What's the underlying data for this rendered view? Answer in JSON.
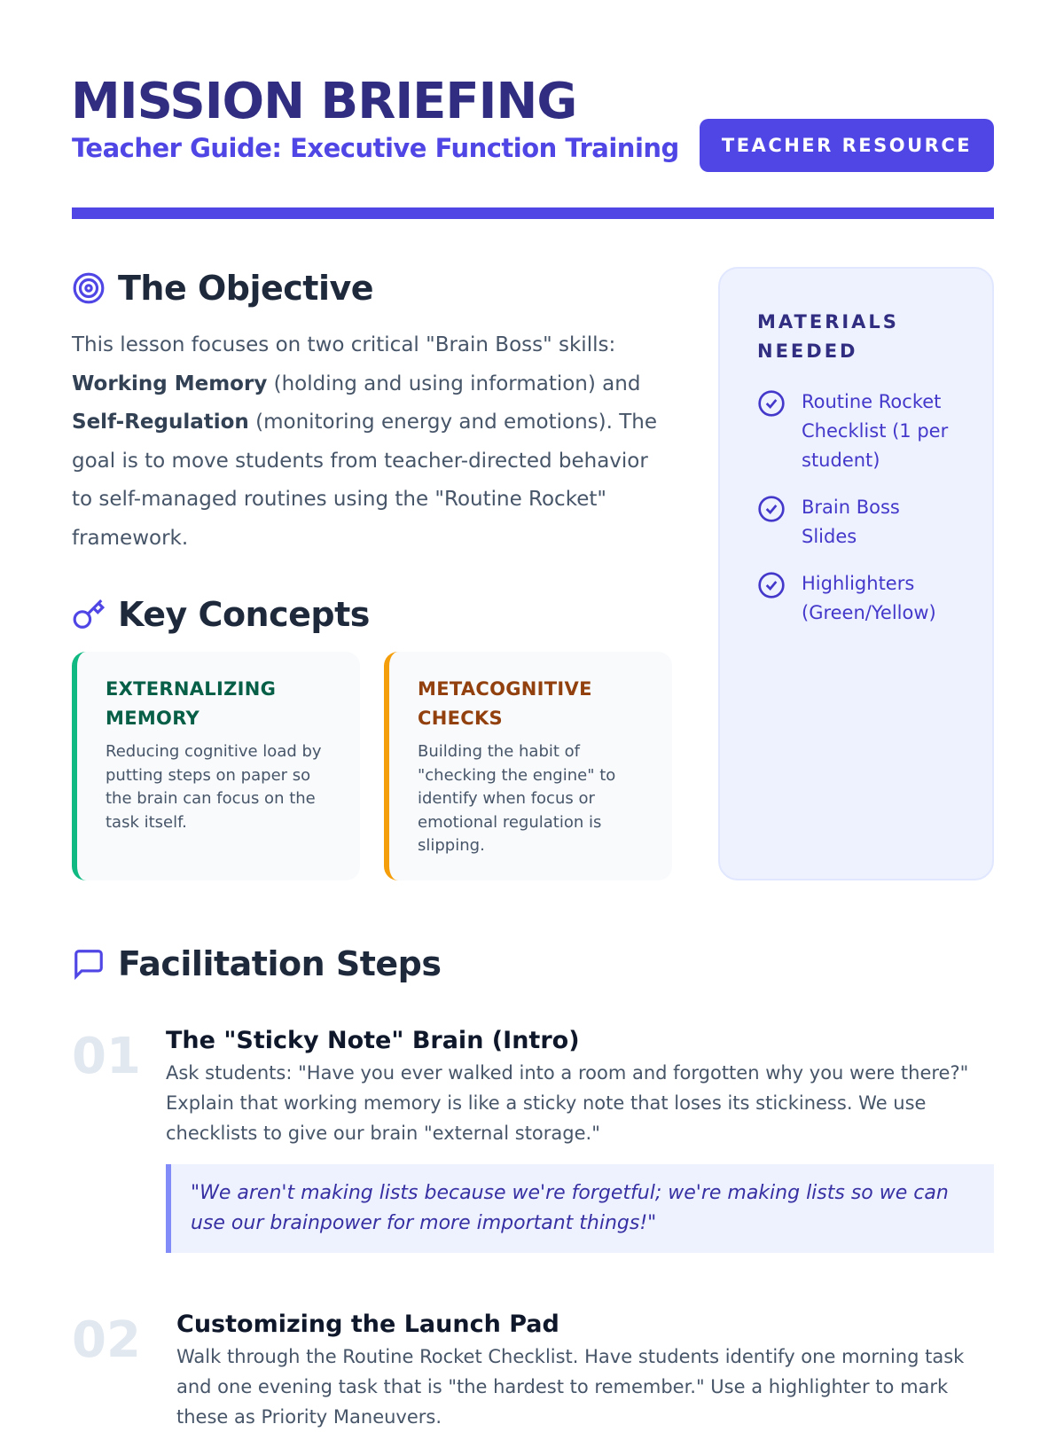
{
  "header": {
    "title": "MISSION BRIEFING",
    "subtitle": "Teacher Guide: Executive Function Training",
    "badge": "TEACHER RESOURCE"
  },
  "objective": {
    "heading": "The Objective",
    "intro": "This lesson focuses on two critical \"Brain Boss\" skills:",
    "skill1": "Working Memory",
    "skill1_desc": " (holding and using information) and ",
    "skill2": "Self-Regulation",
    "skill2_desc": " (monitoring energy and emotions). The goal is to move students from teacher-directed behavior to self-managed routines using the \"Routine Rocket\" framework."
  },
  "concepts": {
    "heading": "Key Concepts",
    "cards": [
      {
        "title": "EXTERNALIZING MEMORY",
        "desc": "Reducing cognitive load by putting steps on paper so the brain can focus on the task itself.",
        "color": "#10b981"
      },
      {
        "title": "METACOGNITIVE CHECKS",
        "desc": "Building the habit of \"checking the engine\" to identify when focus or emotional regulation is slipping.",
        "color": "#f59e0b"
      }
    ]
  },
  "materials": {
    "heading": "MATERIALS NEEDED",
    "items": [
      "Routine Rocket Checklist (1 per student)",
      "Brain Boss Slides",
      "Highlighters (Green/Yellow)"
    ]
  },
  "facilitation": {
    "heading": "Facilitation Steps",
    "steps": [
      {
        "num": "01",
        "title": "The \"Sticky Note\" Brain (Intro)",
        "desc": "Ask students: \"Have you ever walked into a room and forgotten why you were there?\" Explain that working memory is like a sticky note that loses its stickiness. We use checklists to give our brain \"external storage.\"",
        "quote": "\"We aren't making lists because we're forgetful; we're making lists so we can use our brainpower for more important things!\""
      },
      {
        "num": "02",
        "title": "Customizing the Launch Pad",
        "desc": "Walk through the Routine Rocket Checklist. Have students identify one morning task and one evening task that is \"the hardest to remember.\" Use a highlighter to mark these as Priority Maneuvers."
      }
    ]
  }
}
